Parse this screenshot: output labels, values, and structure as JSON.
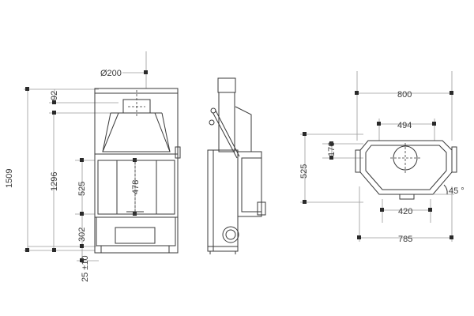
{
  "front_view": {
    "flue_diameter": "Ø200",
    "dim_92": "92",
    "dim_1509": "1509",
    "dim_1296": "1296",
    "dim_525": "525",
    "dim_478": "478",
    "dim_302": "302",
    "dim_25": "25 ±10"
  },
  "top_view": {
    "dim_800": "800",
    "dim_494": "494",
    "dim_176": "176",
    "dim_525": "525",
    "dim_420": "420",
    "dim_785": "785",
    "angle": "45 °"
  }
}
